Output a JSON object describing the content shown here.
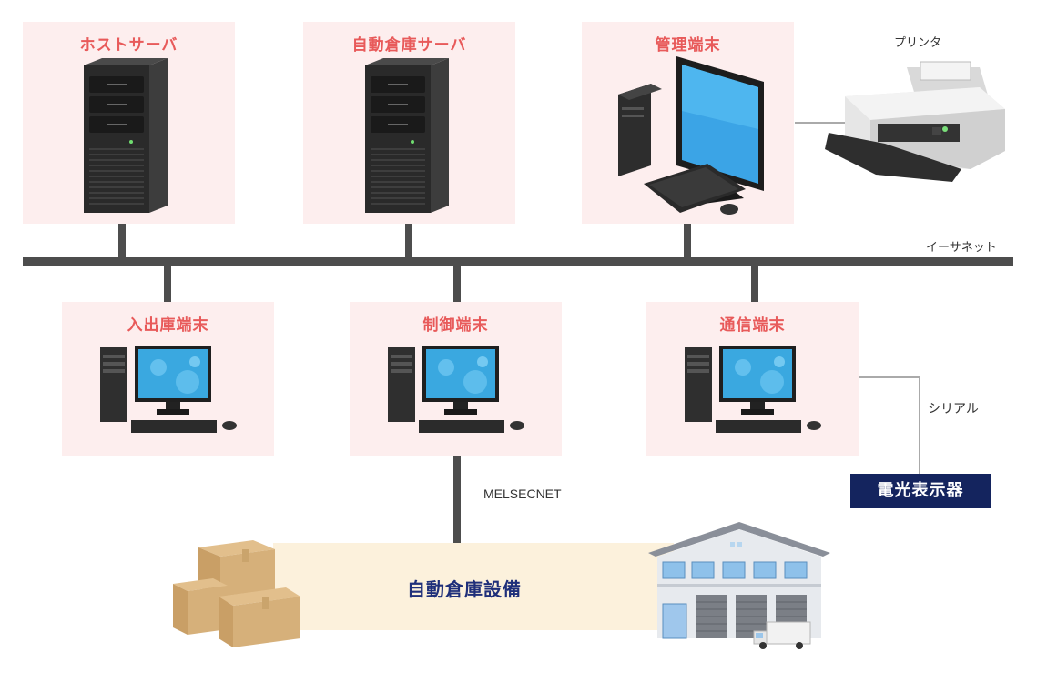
{
  "nodes": {
    "host_server": "ホストサーバ",
    "auto_warehouse_server": "自動倉庫サーバ",
    "management_terminal": "管理端末",
    "printer": "プリンタ",
    "inout_terminal": "入出庫端末",
    "control_terminal": "制御端末",
    "comm_terminal": "通信端末",
    "display": "電光表示器",
    "facility": "自動倉庫設備"
  },
  "connections": {
    "ethernet": "イーサネット",
    "serial": "シリアル",
    "melsecnet": "MELSECNET"
  },
  "colors": {
    "panel_bg": "#fdeeee",
    "panel_title": "#e85a5a",
    "badge_bg": "#14245e",
    "facility_bg": "#fcf1dc",
    "facility_text": "#1f2f7a",
    "bus": "#4d4d4d"
  },
  "icons": {
    "server": "tower-server-icon",
    "desktop": "desktop-computer-icon",
    "printer": "printer-icon",
    "boxes": "cardboard-boxes-icon",
    "warehouse": "warehouse-building-icon",
    "truck": "delivery-truck-icon"
  }
}
